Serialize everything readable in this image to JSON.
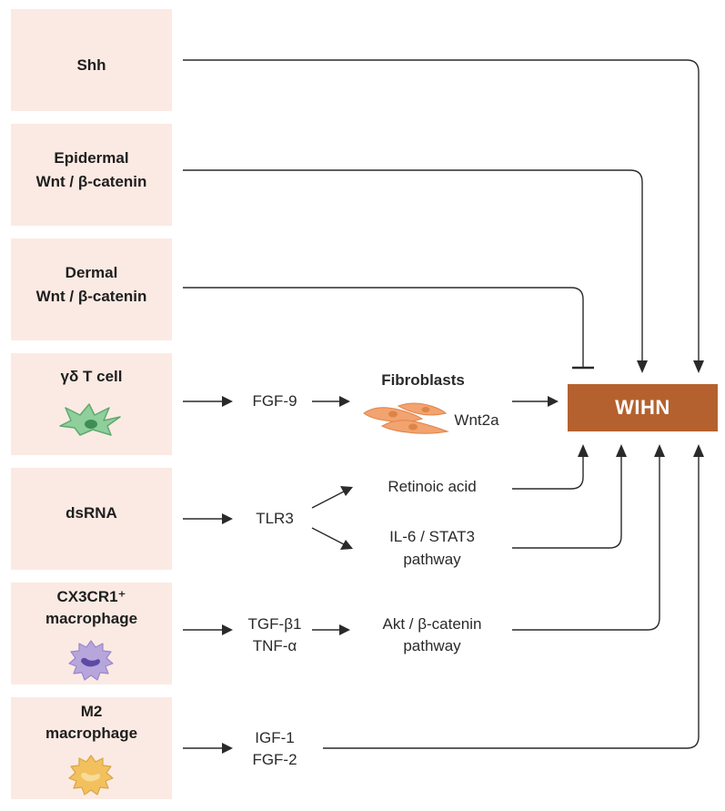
{
  "sources": {
    "shh": {
      "label": "Shh"
    },
    "epidermal": {
      "line1": "Epidermal",
      "line2": "Wnt / β-catenin"
    },
    "dermal": {
      "line1": "Dermal",
      "line2": "Wnt / β-catenin"
    },
    "gdt": {
      "label": "γδ T cell"
    },
    "dsrna": {
      "label": "dsRNA"
    },
    "cx3cr1": {
      "line1": "CX3CR1⁺",
      "line2": "macrophage"
    },
    "m2": {
      "line1": "M2",
      "line2": "macrophage"
    }
  },
  "mediators": {
    "fgf9": "FGF-9",
    "fibroblasts": "Fibroblasts",
    "wnt2a": "Wnt2a",
    "tlr3": "TLR3",
    "retinoic_acid": "Retinoic acid",
    "il6_line1": "IL-6 / STAT3",
    "il6_line2": "pathway",
    "tgf": "TGF-β1",
    "tnf": "TNF-α",
    "akt_line1": "Akt / β-catenin",
    "akt_line2": "pathway",
    "igf": "IGF-1",
    "fgf2": "FGF-2"
  },
  "target": {
    "label": "WIHN",
    "color": "#b5612f"
  },
  "colors": {
    "box_fill": "#fbeae3",
    "tcell": "#8fcf9b",
    "macrophage_cx3cr1": "#b7a6dc",
    "macrophage_m2": "#f2c15e",
    "fibroblast": "#f2a36f"
  }
}
